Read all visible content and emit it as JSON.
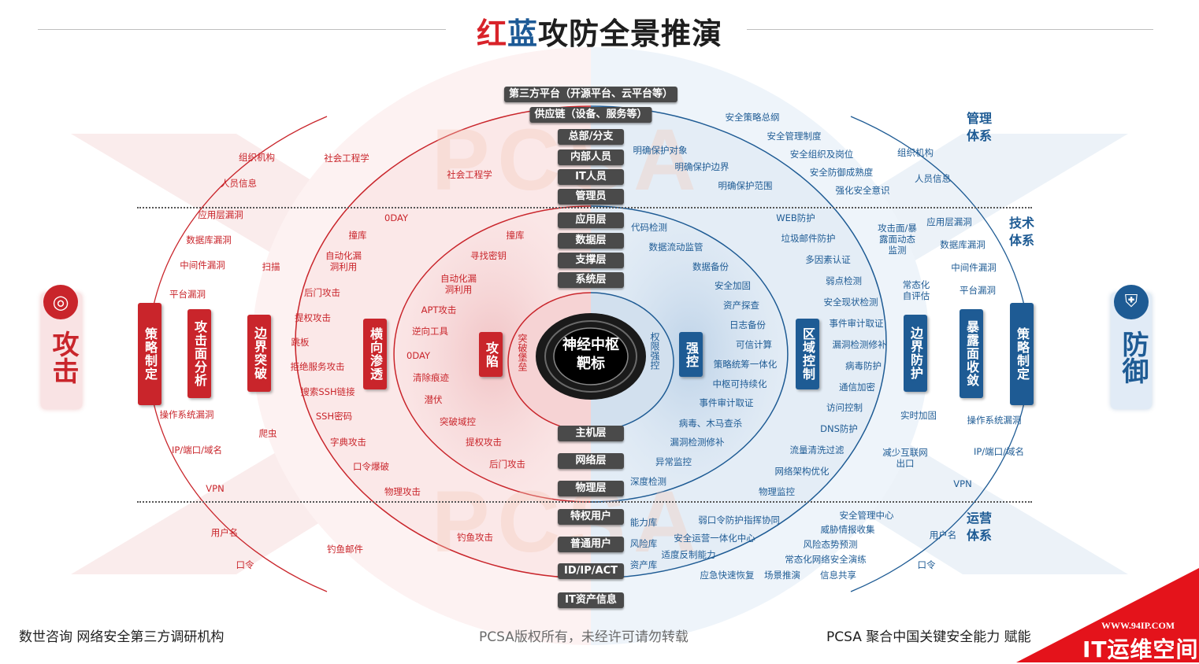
{
  "title": {
    "red": "红",
    "blue": "蓝",
    "rest": "攻防全景推演"
  },
  "colors": {
    "attack": "#c9252b",
    "defense": "#1e5b94",
    "label_bg": "#4a4a4a"
  },
  "center": {
    "line1": "神经中枢",
    "line2": "靶标",
    "left_arc": "突破堡垒",
    "right_arc": "权限强控"
  },
  "sides": {
    "attack": {
      "icon": "target-icon",
      "text": "攻击"
    },
    "defense": {
      "icon": "shield-icon",
      "text": "防御"
    }
  },
  "layers": [
    "第三方平台（开源平台、云平台等）",
    "供应链（设备、服务等）",
    "总部/分支",
    "内部人员",
    "IT人员",
    "管理员",
    "应用层",
    "数据层",
    "支撑层",
    "系统层",
    "主机层",
    "网络层",
    "物理层",
    "特权用户",
    "普通用户",
    "ID/IP/ACT",
    "IT资产信息"
  ],
  "attack_bars": [
    "策略制定",
    "攻击面分析",
    "边界突破",
    "横向渗透",
    "攻陷"
  ],
  "defense_bars": [
    "强控",
    "区域控制",
    "边界防护",
    "暴露面收敛",
    "策略制定"
  ],
  "systems": [
    "管理体系",
    "技术体系",
    "运营体系"
  ],
  "red_texts": [
    "组织机构",
    "人员信息",
    "社会工程学",
    "社会工程学",
    "应用层漏洞",
    "数据库漏洞",
    "中间件漏洞",
    "平台漏洞",
    "扫描",
    "0DAY",
    "撞库",
    "自动化漏洞利用",
    "后门攻击",
    "提权攻击",
    "跳板",
    "拒绝服务攻击",
    "搜索SSH链接",
    "SSH密码",
    "字典攻击",
    "口令爆破",
    "物理攻击",
    "操作系统漏洞",
    "IP/端口/域名",
    "VPN",
    "爬虫",
    "撞库",
    "寻找密钥",
    "自动化漏洞利用",
    "APT攻击",
    "逆向工具",
    "0DAY",
    "清除痕迹",
    "潜伏",
    "突破域控",
    "提权攻击",
    "后门攻击",
    "用户名",
    "口令",
    "钓鱼邮件",
    "钓鱼攻击"
  ],
  "blue_texts": [
    "安全策略总纲",
    "安全管理制度",
    "安全组织及岗位",
    "安全防御成熟度",
    "强化安全意识",
    "明确保护对象",
    "明确保护边界",
    "明确保护范围",
    "组织机构",
    "人员信息",
    "WEB防护",
    "垃圾邮件防护",
    "多因素认证",
    "弱点检测",
    "安全现状检测",
    "事件审计取证",
    "漏洞检测修补",
    "病毒防护",
    "通信加密",
    "访问控制",
    "DNS防护",
    "流量清洗过滤",
    "网络架构优化",
    "物理监控",
    "代码检测",
    "数据流动监管",
    "数据备份",
    "安全加固",
    "资产探查",
    "日志备份",
    "可信计算",
    "策略统筹一体化",
    "中枢可持续化",
    "事件审计取证",
    "病毒、木马查杀",
    "漏洞检测修补",
    "异常监控",
    "深度检测",
    "攻击面/暴露面动态监测",
    "常态化自评估",
    "实时加固",
    "减少互联网出口",
    "应用层漏洞",
    "数据库漏洞",
    "中间件漏洞",
    "平台漏洞",
    "操作系统漏洞",
    "IP/端口/域名",
    "VPN",
    "用户名",
    "口令",
    "能力库",
    "风险库",
    "资产库",
    "弱口令防护",
    "指挥协同",
    "安全运营一体化中心",
    "适度反制能力",
    "应急快速恢复",
    "场景推演",
    "信息共享",
    "安全管理中心",
    "威胁情报收集",
    "风险态势预测",
    "常态化网络安全演练"
  ],
  "watermark": "PCSA",
  "footer": {
    "left": "数世咨询   网络安全第三方调研机构",
    "center": "PCSA版权所有，未经许可请勿转载",
    "right": "PCSA 聚合中国关键安全能力   赋能",
    "badge_url": "WWW.94IP.COM",
    "badge_text": "IT运维空间"
  }
}
